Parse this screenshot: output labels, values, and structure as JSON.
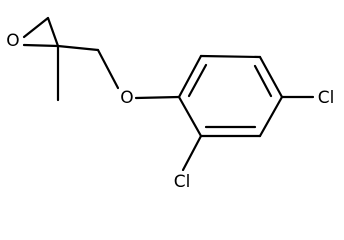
{
  "structure": {
    "atoms": {
      "epoxide_oxygen": "O",
      "ether_oxygen": "O",
      "chlorine_para": "Cl",
      "chlorine_ortho": "Cl"
    },
    "colors": {
      "bond": "#000000",
      "label": "#000000",
      "background": "#ffffff"
    }
  }
}
